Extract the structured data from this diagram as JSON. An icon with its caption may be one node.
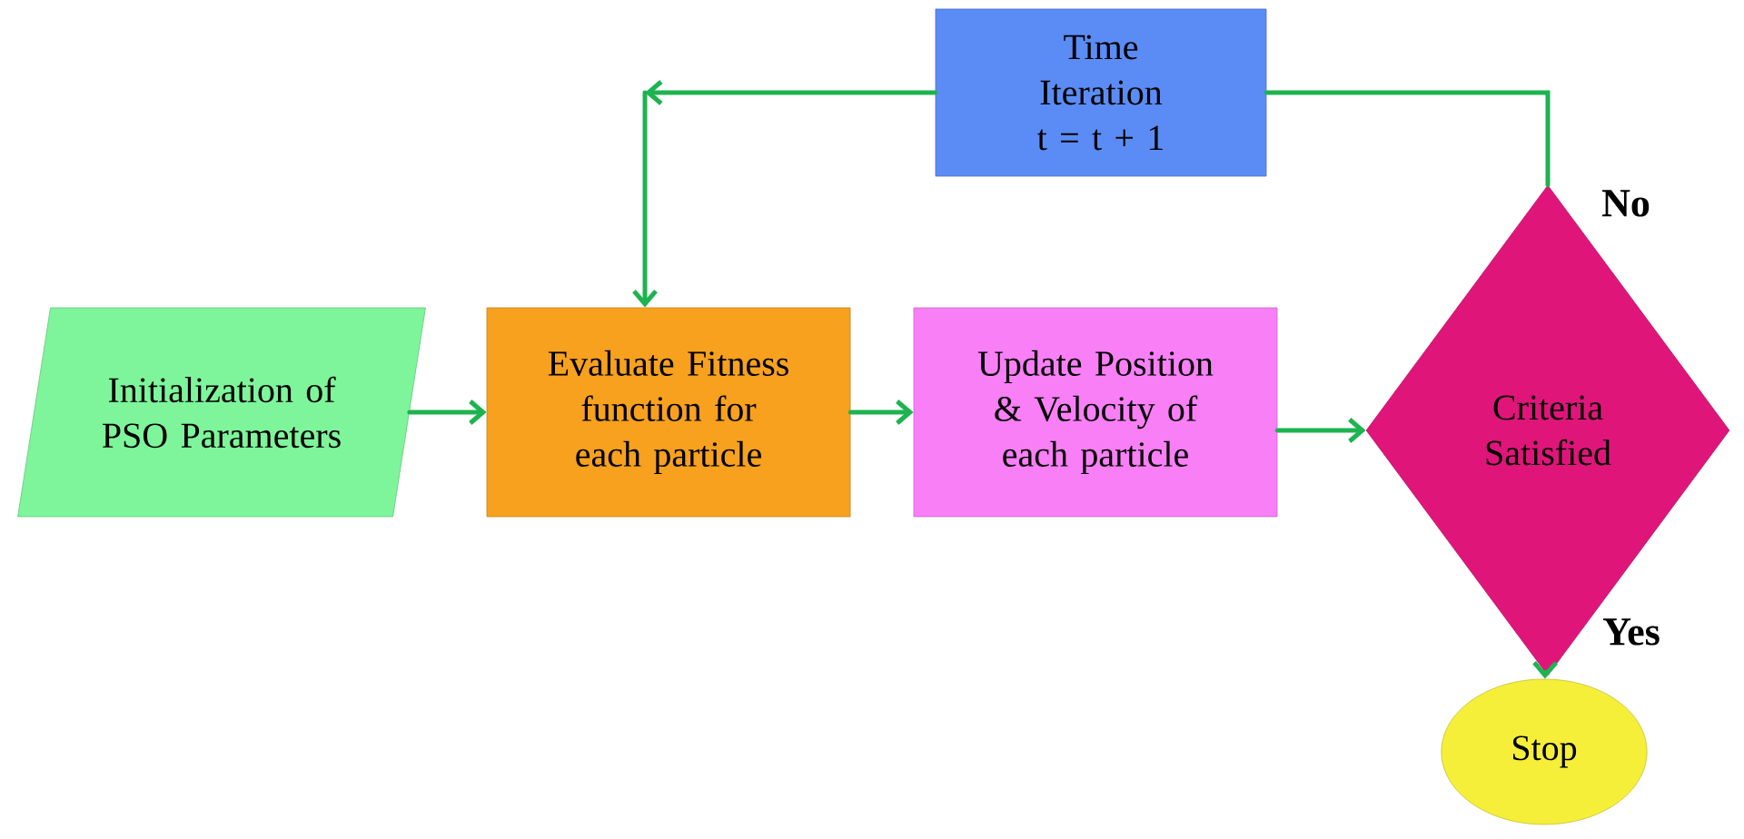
{
  "diagram": {
    "nodes": [
      {
        "text": [
          "Initialization of PSO Parameters"
        ]
      },
      {
        "text": [
          "Evaluate Fitness function for each particle"
        ]
      },
      {
        "text": [
          "Update Position & Velocity of each particle"
        ]
      },
      {
        "text": [
          "Criteria Satisfied"
        ]
      },
      {
        "text": [
          "Time Iteration t = t + 1"
        ]
      },
      {
        "text": [
          "Stop"
        ]
      }
    ],
    "edges": [
      {
        "from": 0,
        "to": 1,
        "arrow": "to"
      },
      {
        "from": 1,
        "to": 2,
        "arrow": "to"
      },
      {
        "from": 2,
        "to": 3,
        "arrow": "to"
      },
      {
        "from": 3,
        "to": 4,
        "arrow": "none",
        "label": "No"
      },
      {
        "from": 4,
        "to": 1,
        "arrow": "to"
      },
      {
        "from": 3,
        "to": 5,
        "arrow": "to",
        "label": "Yes"
      }
    ]
  }
}
